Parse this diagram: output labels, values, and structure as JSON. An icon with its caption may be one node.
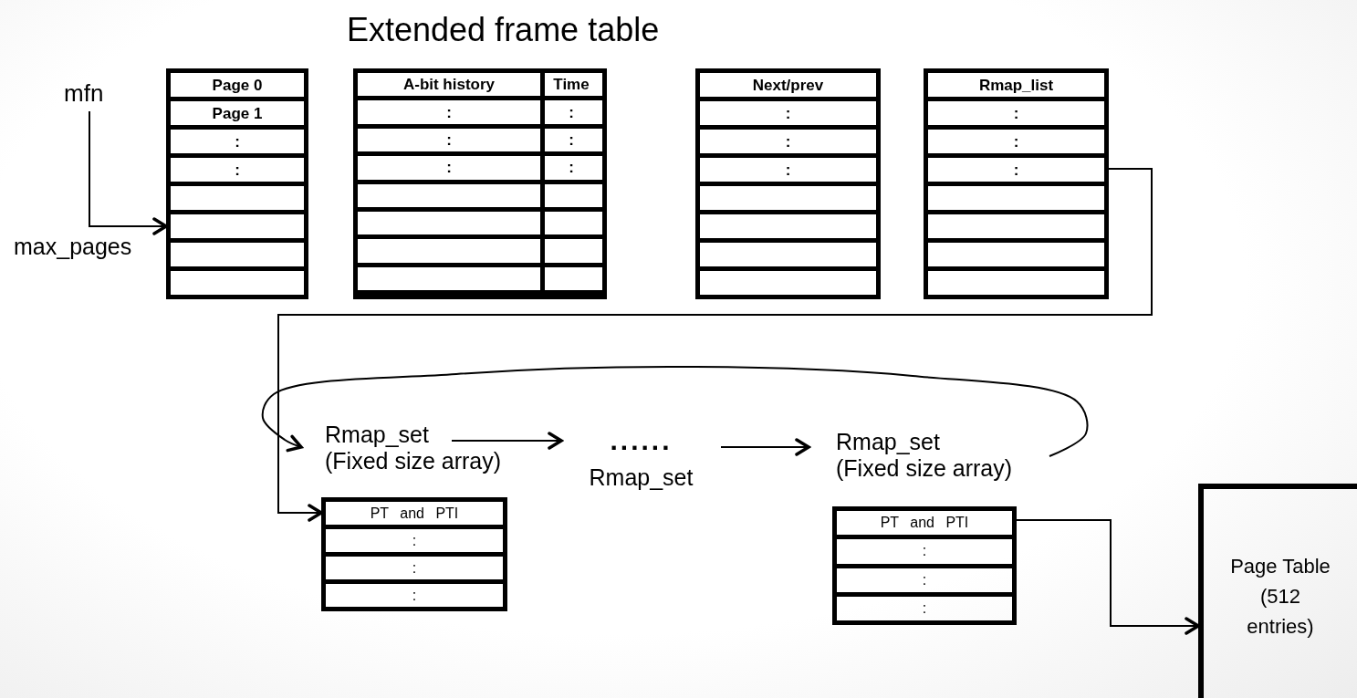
{
  "diagram": {
    "title": "Extended frame table",
    "nodes": [
      {
        "text": [
          "mfn"
        ]
      },
      {
        "text": [
          "Page 0",
          "Page 1",
          ":",
          ":"
        ]
      },
      {
        "text": [
          "A-bit history",
          "Time",
          ":",
          ":",
          ":",
          ":",
          ":",
          ":"
        ]
      },
      {
        "text": [
          "Next/prev",
          ":",
          ":",
          ":"
        ]
      },
      {
        "text": [
          "Rmap_list",
          ":",
          ":",
          ":"
        ]
      },
      {
        "text": [
          "Rmap_set (Fixed size array)"
        ]
      },
      {
        "text": [
          "PT and PTI",
          ":",
          ":",
          ":"
        ]
      },
      {
        "text": [
          "......",
          "Rmap_set"
        ]
      },
      {
        "text": [
          "Rmap_set (Fixed size array)"
        ]
      },
      {
        "text": [
          "PT and PTI",
          ":",
          ":",
          ":"
        ]
      },
      {
        "text": [
          "Page Table (512 entries)"
        ]
      }
    ],
    "edges": [
      {
        "from": 0,
        "to": 1,
        "arrow": "to"
      },
      {
        "from": 4,
        "to": 6,
        "arrow": "to"
      },
      {
        "from": 5,
        "to": 7,
        "arrow": "to"
      },
      {
        "from": 7,
        "to": 8,
        "arrow": "to"
      },
      {
        "from": 8,
        "to": 5,
        "arrow": "to"
      },
      {
        "from": 9,
        "to": 10,
        "arrow": "to"
      }
    ],
    "labels": [
      "max_pages"
    ]
  }
}
